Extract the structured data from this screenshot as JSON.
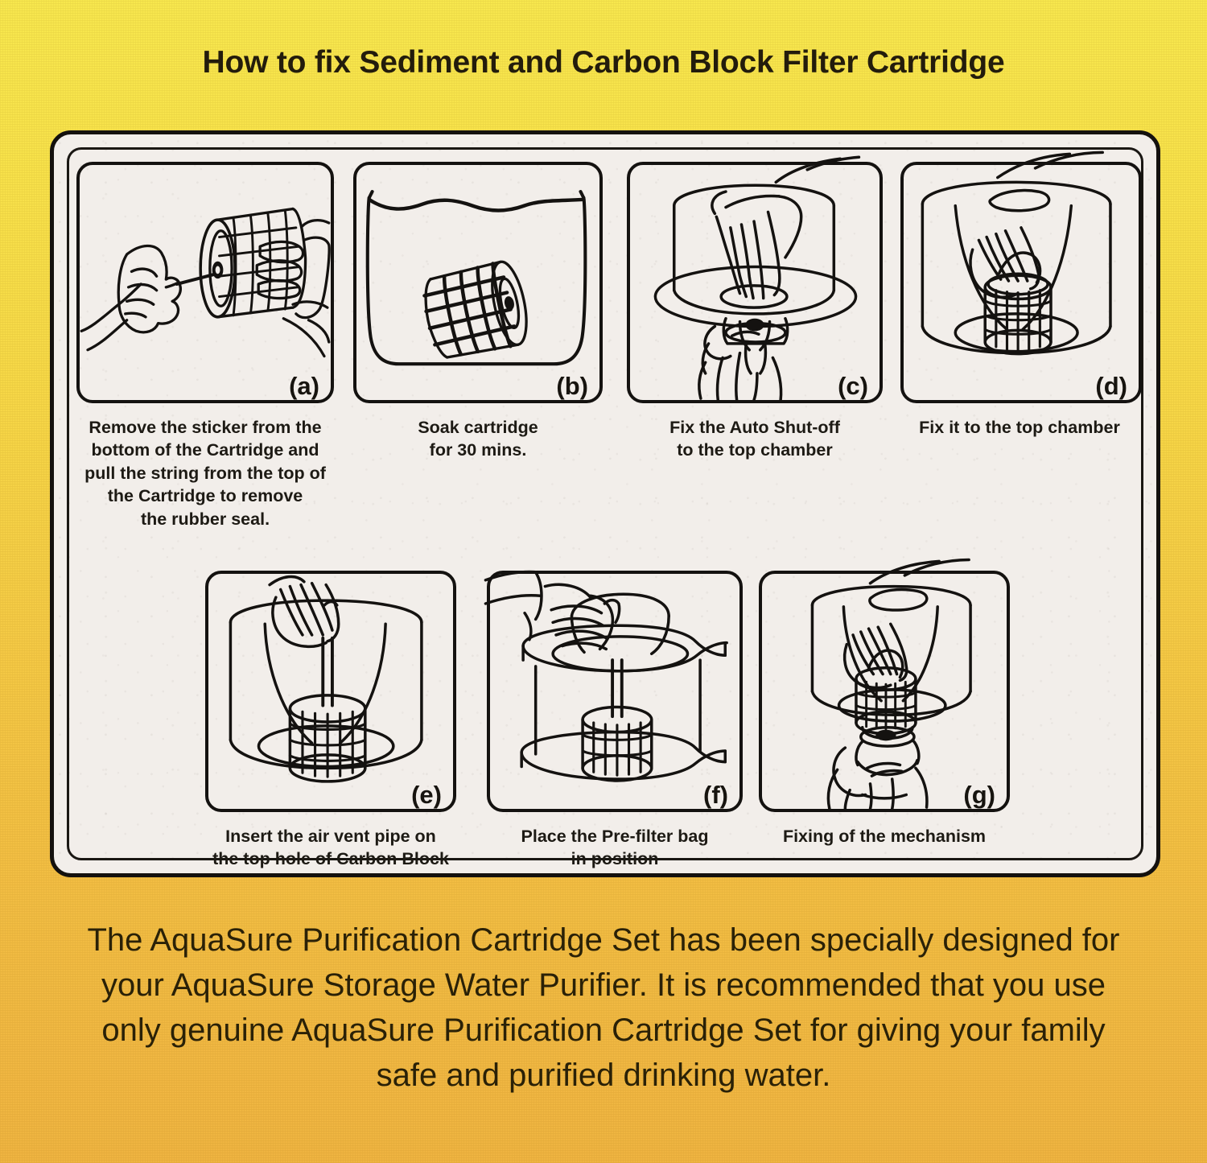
{
  "title": "How to fix Sediment and Carbon Block Filter Cartridge",
  "colors": {
    "background_top": "#f7e74e",
    "background_bottom": "#efb441",
    "card_paper": "#f2eeea",
    "ink": "#141210",
    "title_text": "#231c0c",
    "blurb_text": "#2a2107"
  },
  "steps": [
    {
      "letter": "(a)",
      "caption": "Remove the sticker from the\nbottom of the Cartridge and\npull the string from the top of\nthe Cartridge to remove\nthe rubber seal.",
      "illustration": "hands-pulling-string-from-cartridge"
    },
    {
      "letter": "(b)",
      "caption": "Soak cartridge\nfor 30 mins.",
      "illustration": "cartridge-soaking-in-water-container"
    },
    {
      "letter": "(c)",
      "caption": "Fix the Auto Shut-off\nto the top chamber",
      "illustration": "hand-fixing-auto-shutoff-to-top-chamber"
    },
    {
      "letter": "(d)",
      "caption": "Fix it to the top chamber",
      "illustration": "hand-fixing-cartridge-into-top-chamber"
    },
    {
      "letter": "(e)",
      "caption": "Insert the air vent pipe on\nthe top hole of Carbon Block",
      "illustration": "hand-inserting-air-vent-pipe-into-carbon-block"
    },
    {
      "letter": "(f)",
      "caption": "Place the Pre-filter bag\nin position",
      "illustration": "hand-placing-pre-filter-bag-in-position"
    },
    {
      "letter": "(g)",
      "caption": "Fixing of the mechanism",
      "illustration": "hand-fixing-the-mechanism-underneath"
    }
  ],
  "blurb": "The AquaSure Purification Cartridge Set has been specially designed for\nyour AquaSure Storage Water Purifier. It is recommended that you use\nonly genuine AquaSure Purification Cartridge Set for giving your family\nsafe and purified drinking water."
}
